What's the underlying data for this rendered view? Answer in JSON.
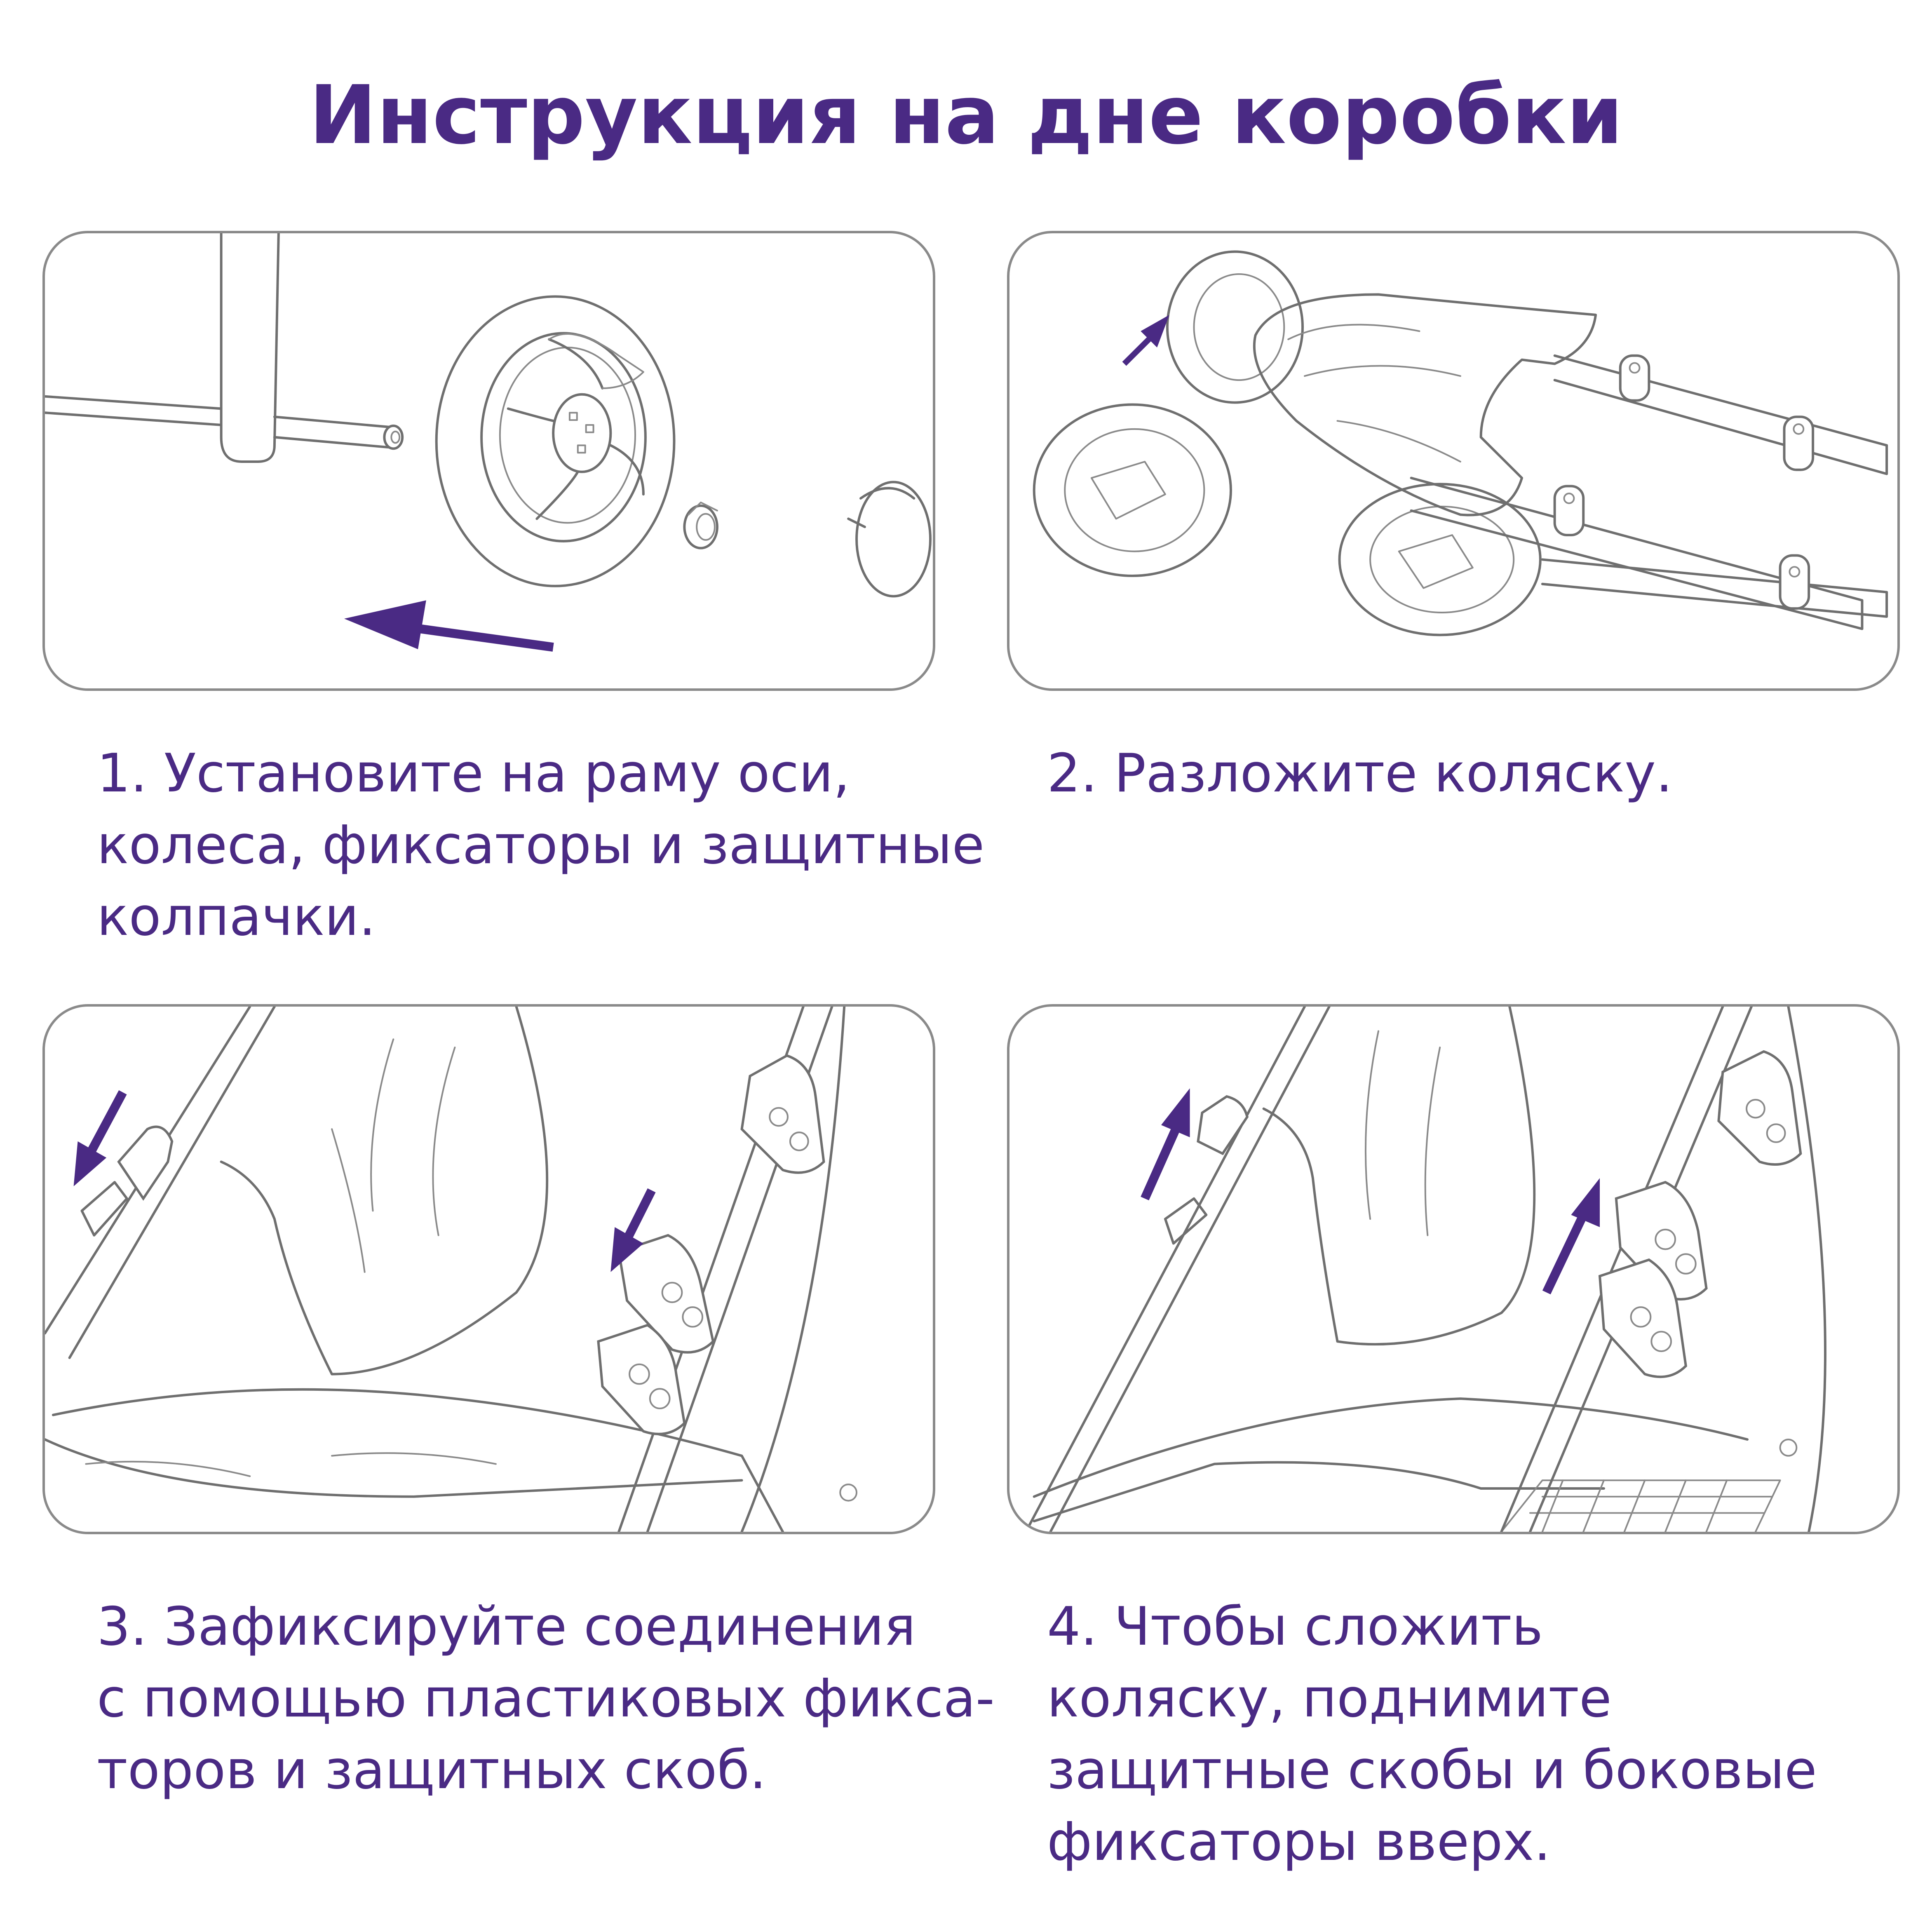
{
  "title": "Инструкция на дне коробки",
  "colors": {
    "accent": "#4a2a84",
    "outline": "#8a8a8a"
  },
  "steps": [
    {
      "lines": [
        "1. Установите на раму оси,",
        "колеса, фиксаторы и защитные",
        "колпачки."
      ]
    },
    {
      "lines": [
        "2. Разложите коляску."
      ]
    },
    {
      "lines": [
        "3. Зафиксируйте соединения",
        "с помощью пластиковых фикса-",
        "торов и защитных скоб."
      ]
    },
    {
      "lines": [
        "4. Чтобы сложить",
        "коляску, поднимите",
        "защитные скобы и боковые",
        "фиксаторы вверх."
      ]
    }
  ]
}
